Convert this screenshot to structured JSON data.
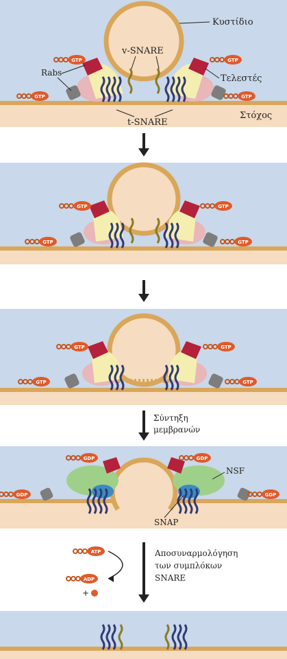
{
  "labels": {
    "vesicle": "Κυστίδιο",
    "v_snare": "v-SNARE",
    "rabs": "Rabs",
    "effectors": "Τελεστές",
    "target": "Στόχος",
    "t_snare": "t-SNARE",
    "fusion_line1": "Σύντηξη",
    "fusion_line2": "μεμβρανών",
    "nsf": "NSF",
    "snap": "SNAP",
    "disassembly_line1": "Αποσυναρμολόγηση",
    "disassembly_line2": "των συμπλόκων",
    "disassembly_line3": "SNARE",
    "plus": "+"
  },
  "badges": {
    "gtp": "GTP",
    "gdp": "GDP",
    "atp": "ATP",
    "adp": "ADP"
  },
  "colors": {
    "cytosol": "#c9d8ea",
    "membrane": "#e8c98a",
    "lumen": "#f6dcc0",
    "gtp_badge": "#e05a2a",
    "rab_pink": "#e9b6b9",
    "tether_yellow": "#f4efb0",
    "effector_red": "#b4213b",
    "snare_navy": "#323a73",
    "v_snare_olive": "#8a7b23",
    "nsf_green": "#9fd08a",
    "snap_blue": "#3b8bc2"
  }
}
